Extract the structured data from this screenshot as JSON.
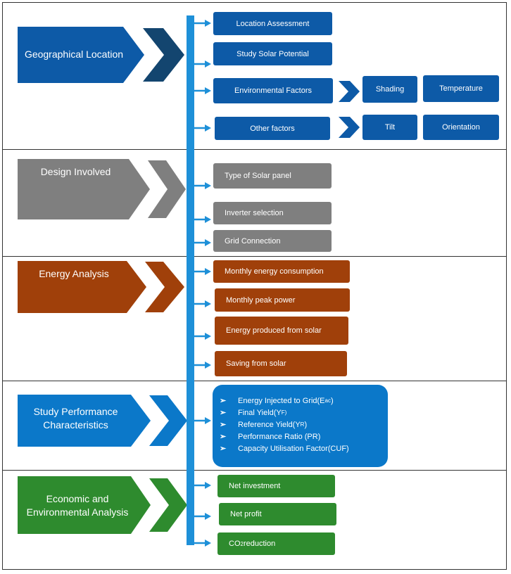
{
  "sections": [
    {
      "title": "Geographical Location",
      "color": "#0d5aa7"
    },
    {
      "title": "Design Involved",
      "color": "#7f7f7f"
    },
    {
      "title": "Energy Analysis",
      "color": "#a0400a"
    },
    {
      "title": "Study Performance Characteristics",
      "color": "#0b78c9"
    },
    {
      "title": "Economic and Environmental Analysis",
      "color": "#2e8b2e"
    }
  ],
  "geo": {
    "items": [
      "Location Assessment",
      "Study Solar Potential",
      "Environmental Factors",
      "Other factors"
    ],
    "env_sub": [
      "Shading",
      "Temperature"
    ],
    "other_sub": [
      "Tilt",
      "Orientation"
    ]
  },
  "design": {
    "items": [
      "Type of Solar panel",
      "Inverter selection",
      "Grid Connection"
    ]
  },
  "energy": {
    "items": [
      "Monthly energy consumption",
      "Monthly peak power",
      "Energy produced from solar",
      "Saving from solar"
    ]
  },
  "performance": {
    "items": [
      {
        "main": "Energy Injected to Grid(E",
        "sub": "ac",
        "tail": " )"
      },
      {
        "main": "Final Yield(Y",
        "sub": "F)",
        "tail": ""
      },
      {
        "main": "Reference Yield(Y",
        "sub": "R",
        "tail": ")"
      },
      {
        "main": "Performance Ratio (PR)",
        "sub": "",
        "tail": ""
      },
      {
        "main": "Capacity Utilisation Factor(CUF)",
        "sub": "",
        "tail": ""
      }
    ]
  },
  "economic": {
    "items": [
      "Net investment",
      "Net profit"
    ],
    "co2": {
      "main": "CO",
      "sub": "2",
      "tail": " reduction"
    }
  }
}
